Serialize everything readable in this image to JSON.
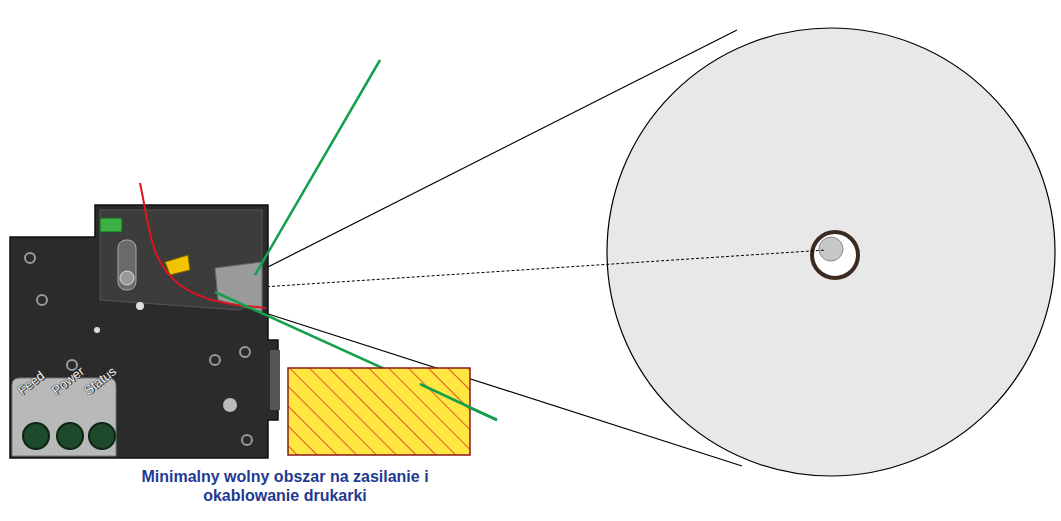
{
  "diagram": {
    "labels": [
      "Feed",
      "Power",
      "Status",
      "Minimalny wolny obszar na zasilanie i okablowanie drukarki"
    ]
  }
}
